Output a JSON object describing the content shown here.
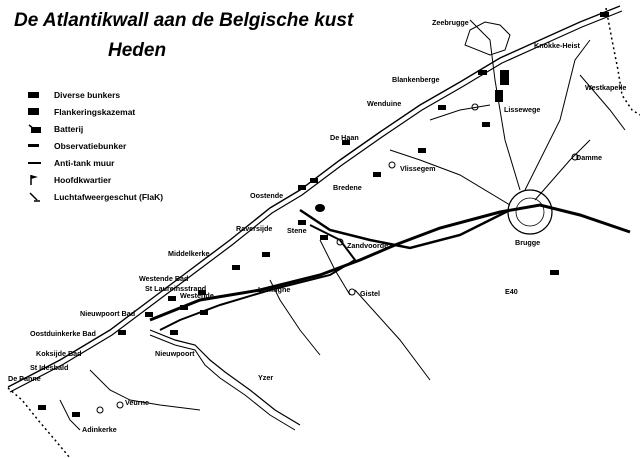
{
  "title_line1": "De Atlantikwall aan de Belgische kust",
  "title_line2": "Heden",
  "legend": [
    {
      "icon": "bunker-icon",
      "label": "Diverse bunkers"
    },
    {
      "icon": "casemate-icon",
      "label": "Flankeringskazemat"
    },
    {
      "icon": "battery-icon",
      "label": "Batterij"
    },
    {
      "icon": "observation-bunker-icon",
      "label": "Observatiebunker"
    },
    {
      "icon": "anti-tank-wall-icon",
      "label": "Anti-tank muur"
    },
    {
      "icon": "headquarters-flag-icon",
      "label": "Hoofdkwartier"
    },
    {
      "icon": "flak-gun-icon",
      "label": "Luchtafweergeschut (FlaK)"
    }
  ],
  "places": {
    "zeebrugge": "Zeebrugge",
    "knokke_heist": "Knokke-Heist",
    "westkapelle": "Westkapelle",
    "blankenberge": "Blankenberge",
    "lissewege": "Lissewege",
    "wenduine": "Wenduine",
    "de_haan": "De Haan",
    "damme": "Damme",
    "vlissegem": "Vlissegem",
    "bredene": "Bredene",
    "oostende": "Oostende",
    "brugge": "Brugge",
    "raversijde": "Raversijde",
    "stene": "Stene",
    "zandvoorde": "Zandvoorde",
    "middelkerke": "Middelkerke",
    "westende_bad": "Westende Bad",
    "st_laureinsstrand": "St Laureinsstrand",
    "westende": "Westende",
    "leffinghe": "Leffinghe",
    "gistel": "Gistel",
    "e40": "E40",
    "nieuwpoort_bad": "Nieuwpoort Bad",
    "oostduinkerke_bad": "Oostduinkerke Bad",
    "koksijde_bad": "Koksijde Bad",
    "st_idesbald": "St Idesbald",
    "de_panne": "De Panne",
    "nieuwpoort": "Nieuwpoort",
    "yzer": "Yzer",
    "veurne": "Veurne",
    "adinkerke": "Adinkerke"
  }
}
